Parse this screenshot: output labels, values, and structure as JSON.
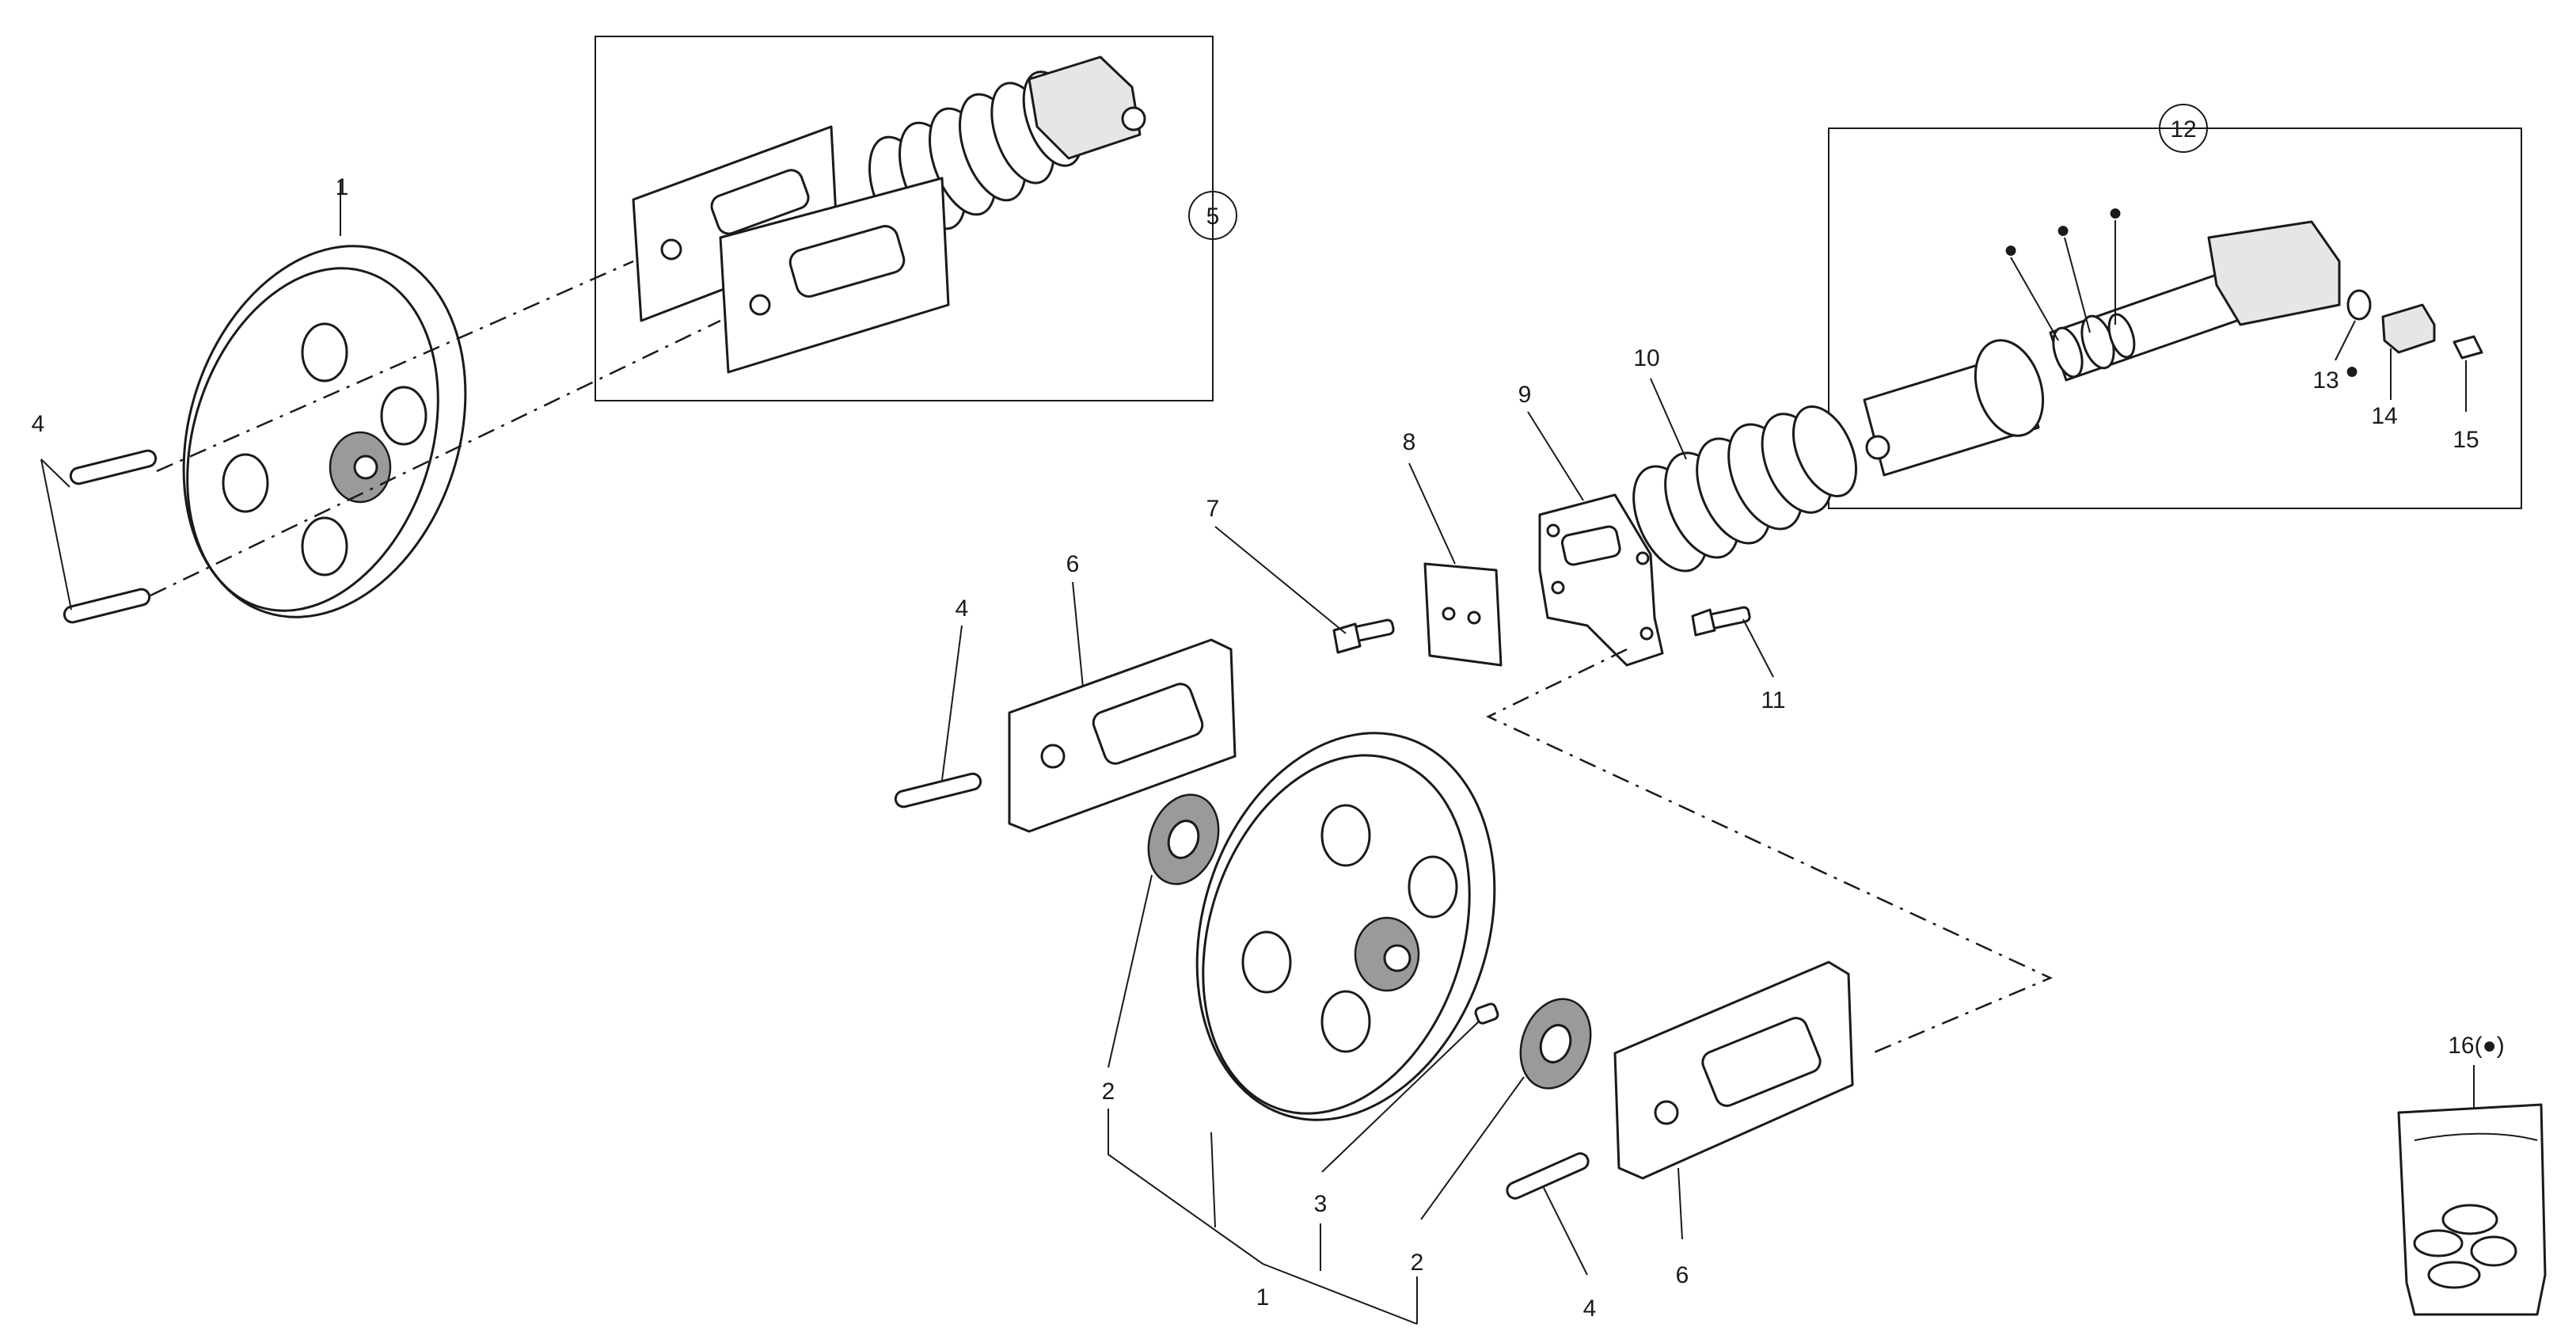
{
  "labels": {
    "idler_wheel_top": "1",
    "bearing_left": "2",
    "bearing_right": "2",
    "wheel_lower": "1",
    "plug": "3",
    "pin_top_left": "4",
    "pin_mid": "4",
    "pin_bottom": "4",
    "assembly_5": "5",
    "bracket_left": "6",
    "bracket_right": "6",
    "bolt_7": "7",
    "plate_8": "8",
    "flange_9": "9",
    "spring_10": "10",
    "bolt_11": "11",
    "cylinder_12": "12",
    "ring_13": "13",
    "valve_14": "14",
    "fitting_15": "15",
    "kit_16": "16(●)"
  },
  "markers": {
    "dot": "●"
  },
  "colors": {
    "line": "#1a1a1a",
    "fill": "#ffffff",
    "shade": "#e6e6e6",
    "dark": "#9a9a9a"
  }
}
